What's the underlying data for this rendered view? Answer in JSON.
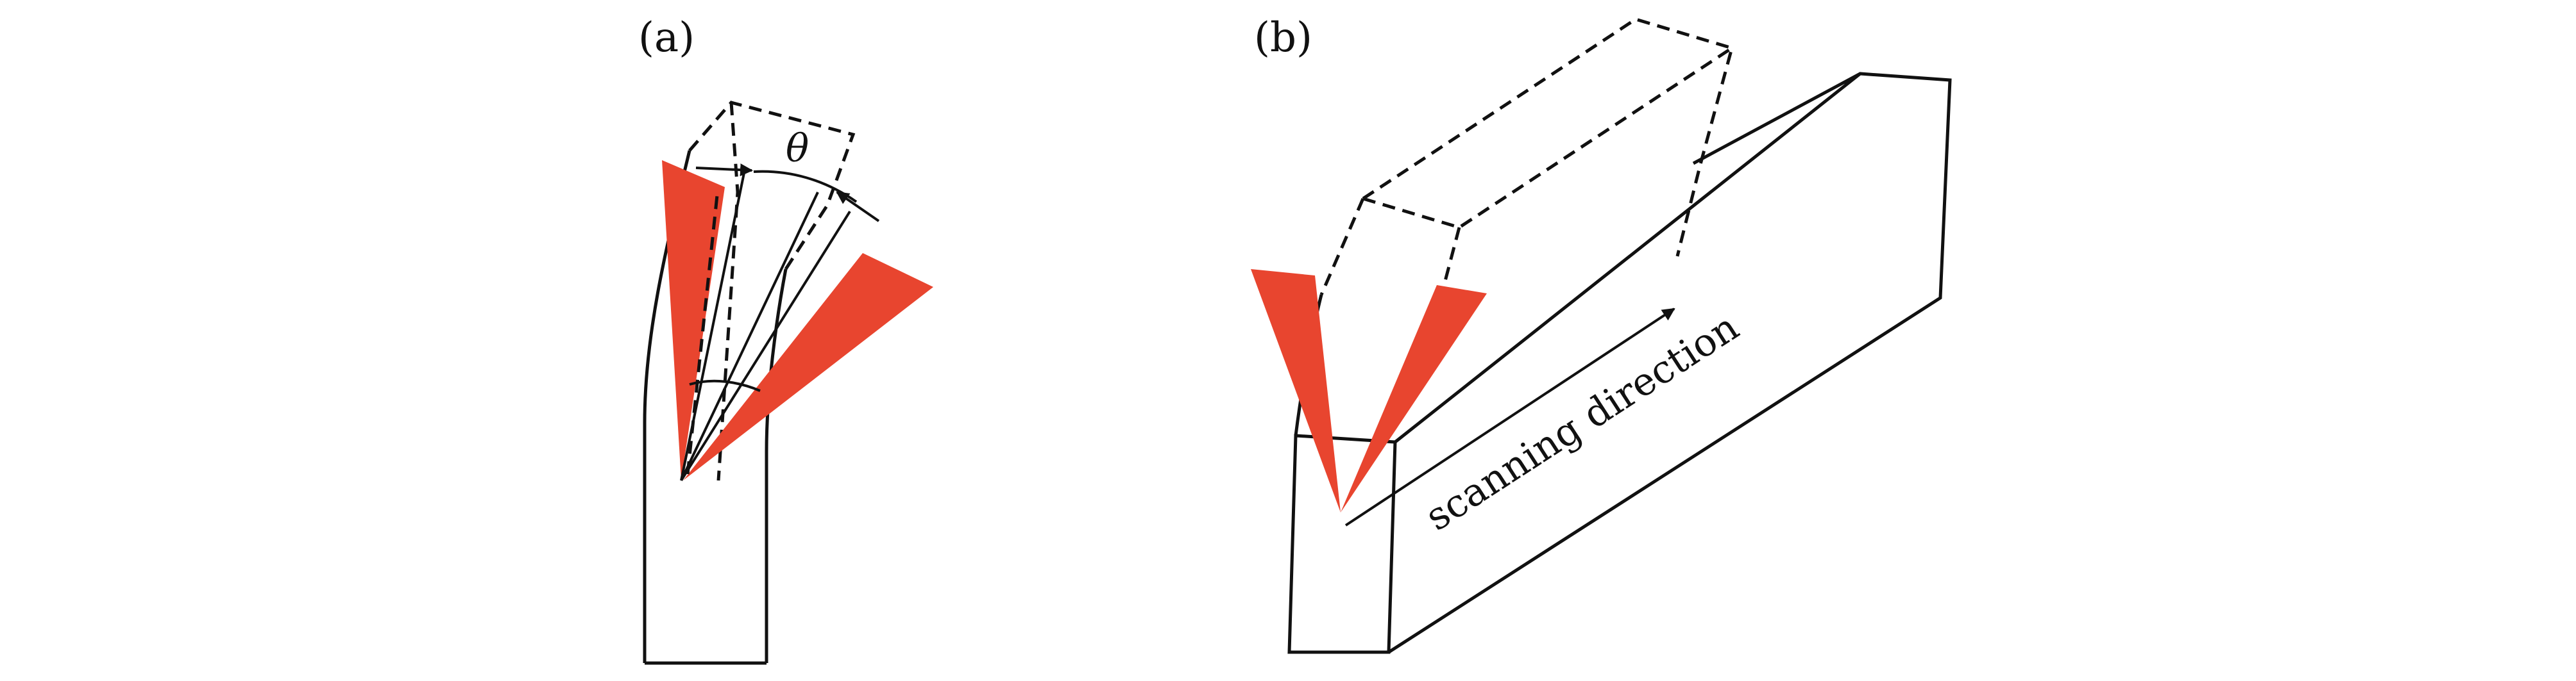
{
  "panels": {
    "a": {
      "label": "(a)"
    },
    "b": {
      "label": "(b)"
    }
  },
  "annotations": {
    "angle_symbol": "θ",
    "scan_direction": "scanning direction"
  },
  "colors": {
    "laser_beam": "#e8452f",
    "outline": "#111111",
    "background": "#ffffff"
  }
}
